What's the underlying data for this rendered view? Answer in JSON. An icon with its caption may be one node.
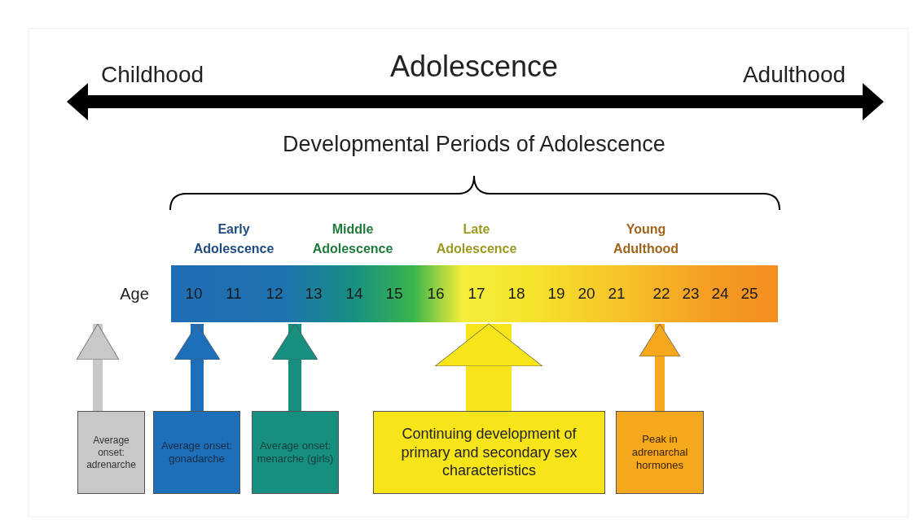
{
  "diagram": {
    "nodes": [
      {
        "text": [],
        "shape": "bar"
      },
      {
        "text": [
          "Average onset: adrenarche"
        ]
      },
      {
        "text": [
          "Average onset: gonadarche"
        ]
      },
      {
        "text": [
          "Average onset: menarche (girls)"
        ]
      },
      {
        "text": [
          "Continuing development of primary and secondary sex characteristics"
        ]
      },
      {
        "text": [
          "Peak in adrenarchal hormones"
        ]
      }
    ],
    "edges": [
      {
        "from": 1,
        "to": null,
        "arrow": "to",
        "color": "#c8c8c8"
      },
      {
        "from": 2,
        "to": 0,
        "arrow": "to",
        "color": "#1e6fba"
      },
      {
        "from": 3,
        "to": 0,
        "arrow": "to",
        "color": "#168f80"
      },
      {
        "from": 4,
        "to": 0,
        "arrow": "to",
        "style": "thick",
        "color": "#f7e51a"
      },
      {
        "from": 5,
        "to": 0,
        "arrow": "to",
        "color": "#f6a81c"
      }
    ],
    "labels": [
      "Childhood",
      "Adolescence",
      "Adulthood",
      "Developmental Periods of Adolescence",
      "Early Adolescence",
      "Middle Adolescence",
      "Late Adolescence",
      "Young Adulthood",
      "Age",
      "10",
      "11",
      "12",
      "13",
      "14",
      "15",
      "16",
      "17",
      "18",
      "19",
      "20",
      "21",
      "22",
      "23",
      "24",
      "25"
    ]
  }
}
